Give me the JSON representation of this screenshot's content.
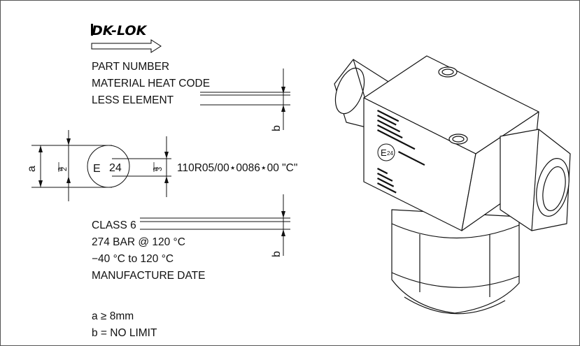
{
  "brand": {
    "logo_text": "DK-LOK"
  },
  "marking_top": {
    "part_number": "PART NUMBER",
    "material_heat_code": "MATERIAL  HEAT CODE",
    "less_element": "LESS ELEMENT"
  },
  "marking_mid": {
    "symbol_letter": "E",
    "symbol_number": "24",
    "dim_a": "a",
    "frac_a2_num": "a",
    "frac_a2_den": "2",
    "frac_a3_num": "a",
    "frac_a3_den": "3",
    "approval_code": "110R05/00⋆0086⋆00 \"C\""
  },
  "marking_bottom": {
    "class": "CLASS 6",
    "pressure": "274 BAR @ 120 °C",
    "temperature": "−40 °C to 120 °C",
    "manufacture_date": "MANUFACTURE DATE"
  },
  "dim_b_top": "b",
  "dim_b_bottom": "b",
  "notes": {
    "a_min": "a ≥ 8mm",
    "b_limit": "b = NO LIMIT"
  },
  "part_stamp": {
    "symbol_letter": "E",
    "symbol_number": "24"
  }
}
